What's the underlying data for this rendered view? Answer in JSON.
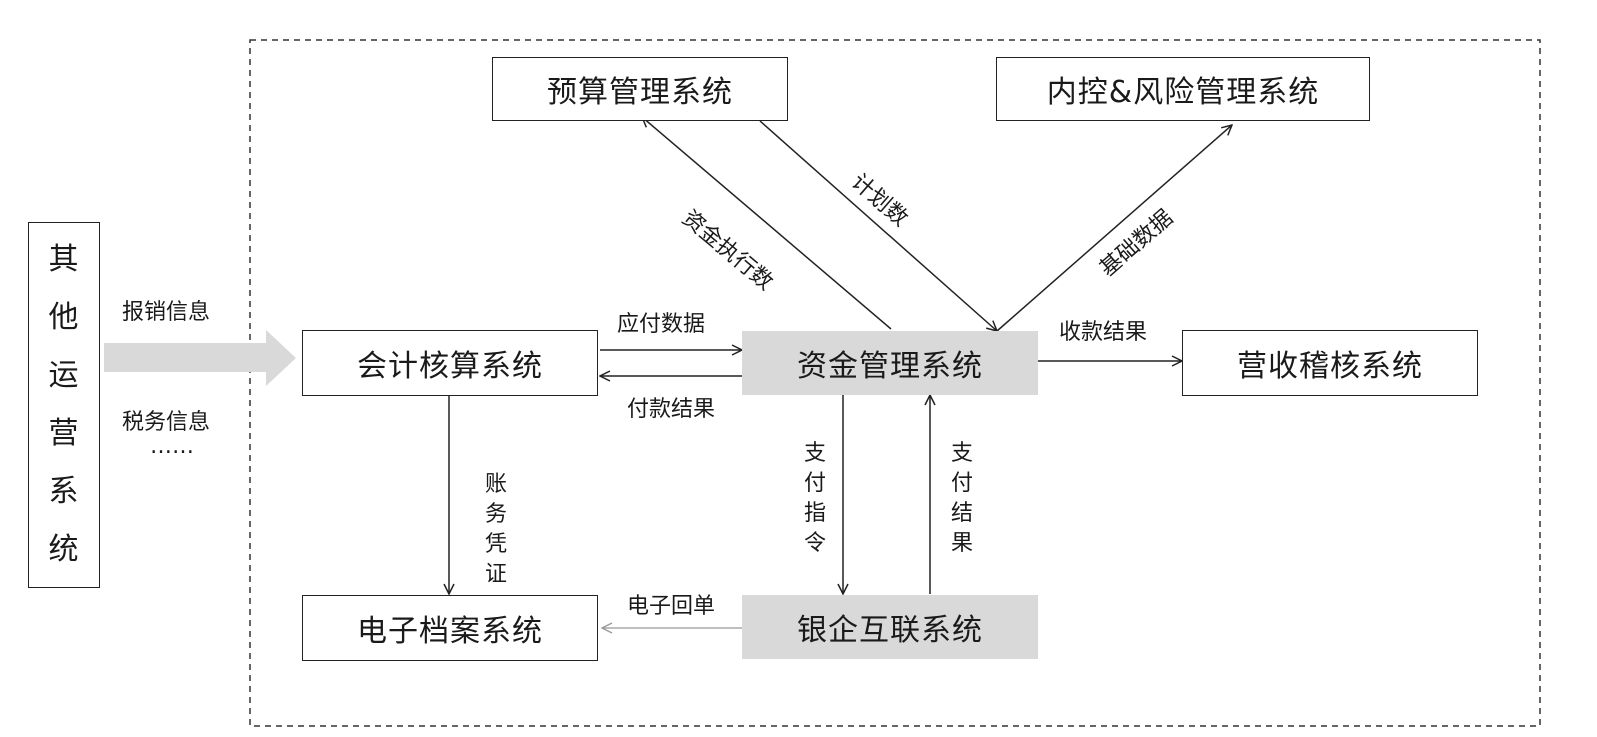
{
  "boxes": {
    "other_ops": [
      "其",
      "他",
      "运",
      "营",
      "系",
      "统"
    ],
    "budget": "预算管理系统",
    "internal_control": "内控&风险管理系统",
    "accounting": "会计核算系统",
    "fund_mgmt": "资金管理系统",
    "revenue_audit": "营收稽核系统",
    "e_archive": "电子档案系统",
    "bank_link": "银企互联系统"
  },
  "labels": {
    "reimbursement": "报销信息",
    "tax": "税务信息",
    "ellipsis": "……",
    "payable_data": "应付数据",
    "payment_result": "付款结果",
    "plan_numbers": "计划数",
    "fund_execution": "资金执行数",
    "basic_data": "基础数据",
    "collection_result": "收款结果",
    "accounting_voucher": [
      "账",
      "务",
      "凭",
      "证"
    ],
    "payment_instruction": [
      "支",
      "付",
      "指",
      "令"
    ],
    "payment_result_vertical": [
      "支",
      "付",
      "结",
      "果"
    ],
    "e_receipt": "电子回单"
  }
}
